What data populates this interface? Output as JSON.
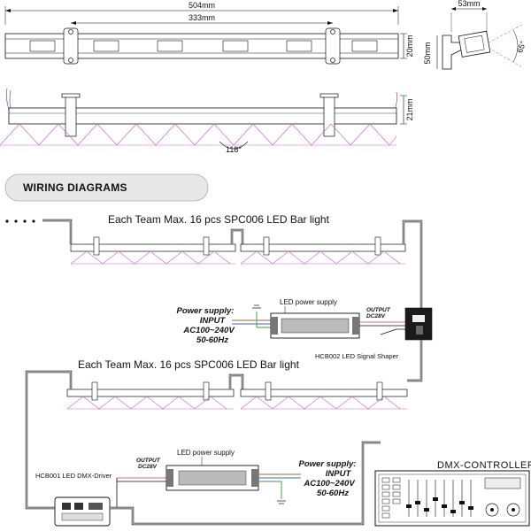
{
  "dimensions": {
    "overall_length": "504mm",
    "mount_spacing": "333mm",
    "bar_height": "20mm",
    "side_width": "53mm",
    "side_height": "50mm",
    "side_angle": "65°",
    "bar_depth": "21mm",
    "beam_angle": "118°"
  },
  "section_title": "WIRING DIAGRAMS",
  "team_label_1": "Each Team  Max. 16 pcs SPC006  LED Bar light",
  "team_label_2": "Each Team  Max. 16 pcs SPC006  LED Bar light",
  "power_supply_1": {
    "title": "Power supply:",
    "input": "INPUT",
    "voltage": "AC100~240V",
    "frequency": "50-60Hz",
    "psu_label": "LED power supply",
    "output_label": "OUTPUT",
    "output_voltage": "DC28V"
  },
  "signal_shaper_label": "HCB002 LED Signal Shaper",
  "power_supply_2": {
    "title": "Power supply:",
    "input": "INPUT",
    "voltage": "AC100~240V",
    "frequency": "50-60Hz",
    "psu_label": "LED power supply",
    "output_label": "OUTPUT",
    "output_voltage": "DC28V"
  },
  "dmx_driver_label": "HCB001  LED DMX-Driver",
  "dmx_controller_label": "DMX-CONTROLLER",
  "colors": {
    "beam": "#c860c8",
    "wire_brown": "#a06a3c",
    "wire_blue": "#3c64c8",
    "wire_green": "#3c9c3c",
    "wire_red": "#c83c3c",
    "banner_fill": "#e8e8e8"
  }
}
